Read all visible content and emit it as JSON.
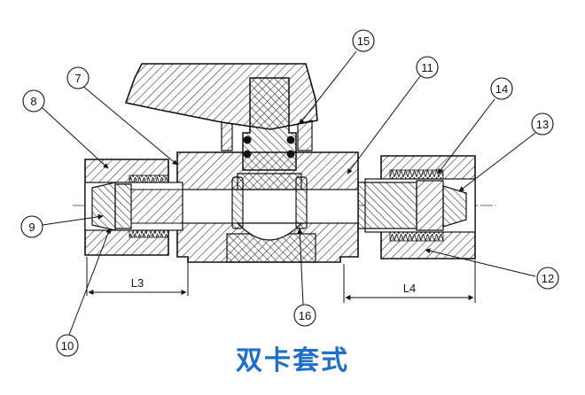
{
  "caption": "双卡套式",
  "callouts": [
    {
      "id": "c7",
      "label": "7"
    },
    {
      "id": "c8",
      "label": "8"
    },
    {
      "id": "c9",
      "label": "9"
    },
    {
      "id": "c10",
      "label": "10"
    },
    {
      "id": "c11",
      "label": "11"
    },
    {
      "id": "c12",
      "label": "12"
    },
    {
      "id": "c13",
      "label": "13"
    },
    {
      "id": "c14",
      "label": "14"
    },
    {
      "id": "c15",
      "label": "15"
    },
    {
      "id": "c16",
      "label": "16"
    }
  ],
  "dimensions": [
    {
      "id": "l3",
      "label": "L3"
    },
    {
      "id": "l4",
      "label": "L4"
    }
  ]
}
